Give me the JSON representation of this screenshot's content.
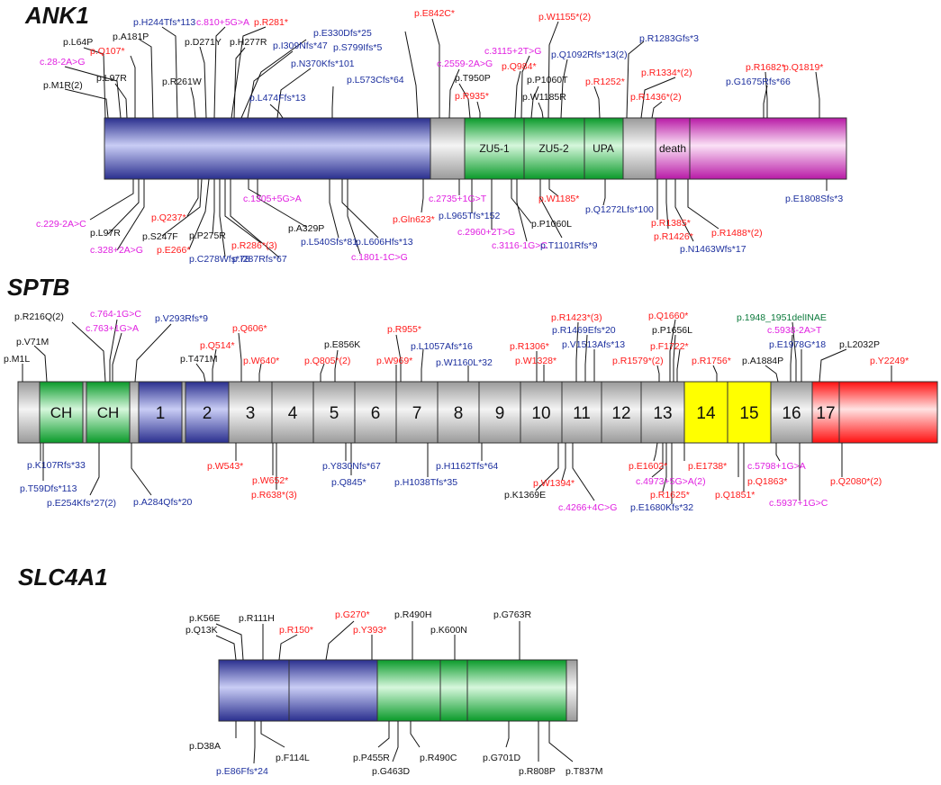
{
  "genes": [
    {
      "name": "ANK1",
      "domains": [
        {
          "key": "ank-repeat",
          "label": "",
          "style": "blue"
        },
        {
          "key": "spacer1",
          "label": "",
          "style": "gray"
        },
        {
          "key": "zu5-1",
          "label": "ZU5-1",
          "style": "green"
        },
        {
          "key": "zu5-2",
          "label": "ZU5-2",
          "style": "green"
        },
        {
          "key": "upa",
          "label": "UPA",
          "style": "green"
        },
        {
          "key": "spacer2",
          "label": "",
          "style": "gray"
        },
        {
          "key": "death",
          "label": "death",
          "style": "magenta"
        },
        {
          "key": "c-term",
          "label": "",
          "style": "magenta"
        }
      ],
      "mutations": [
        {
          "text": "p.L64P",
          "type": "missense"
        },
        {
          "text": "p.A181P",
          "type": "missense"
        },
        {
          "text": "p.H244Tfs*113",
          "type": "frameshift"
        },
        {
          "text": "c.810+5G>A",
          "type": "splice"
        },
        {
          "text": "p.R281*",
          "type": "nonsense"
        },
        {
          "text": "p.D271Y",
          "type": "missense"
        },
        {
          "text": "p.H277R",
          "type": "missense"
        },
        {
          "text": "p.E330Dfs*25",
          "type": "frameshift"
        },
        {
          "text": "p.I309Nfs*47",
          "type": "frameshift"
        },
        {
          "text": "p.S799Ifs*5",
          "type": "frameshift"
        },
        {
          "text": "p.Q107*",
          "type": "nonsense"
        },
        {
          "text": "p.R261W",
          "type": "missense"
        },
        {
          "text": "c.28-2A>G",
          "type": "splice"
        },
        {
          "text": "p.N370Kfs*101",
          "type": "frameshift"
        },
        {
          "text": "p.L573Cfs*64",
          "type": "frameshift"
        },
        {
          "text": "p.L474Ffs*13",
          "type": "frameshift"
        },
        {
          "text": "p.L97R",
          "type": "missense"
        },
        {
          "text": "p.M1R(2)",
          "type": "missense"
        },
        {
          "text": "p.E842C*",
          "type": "nonsense"
        },
        {
          "text": "c.2559-2A>G",
          "type": "splice"
        },
        {
          "text": "p.T950P",
          "type": "missense"
        },
        {
          "text": "p.R935*",
          "type": "nonsense"
        },
        {
          "text": "c.3115+2T>G",
          "type": "splice"
        },
        {
          "text": "p.Q984*",
          "type": "nonsense"
        },
        {
          "text": "p.W1155*(2)",
          "type": "nonsense"
        },
        {
          "text": "p.Q1092Rfs*13(2)",
          "type": "frameshift"
        },
        {
          "text": "p.P1060T",
          "type": "missense"
        },
        {
          "text": "p.W1185R",
          "type": "missense"
        },
        {
          "text": "p.R1283Gfs*3",
          "type": "frameshift"
        },
        {
          "text": "p.R1252*",
          "type": "nonsense"
        },
        {
          "text": "p.R1334*(2)",
          "type": "nonsense"
        },
        {
          "text": "p.R1436*(2)",
          "type": "nonsense"
        },
        {
          "text": "p.R1682*",
          "type": "nonsense"
        },
        {
          "text": "p.Q1819*",
          "type": "nonsense"
        },
        {
          "text": "p.G1675Rfs*66",
          "type": "frameshift"
        },
        {
          "text": "c.229-2A>C",
          "type": "splice"
        },
        {
          "text": "p.L97R",
          "type": "missense"
        },
        {
          "text": "c.328+2A>G",
          "type": "splice"
        },
        {
          "text": "p.Q237*",
          "type": "nonsense"
        },
        {
          "text": "p.S247F",
          "type": "missense"
        },
        {
          "text": "p.E266*",
          "type": "nonsense"
        },
        {
          "text": "p.P275R",
          "type": "missense"
        },
        {
          "text": "p.C278Wfs*78",
          "type": "frameshift"
        },
        {
          "text": "p.R286*(3)",
          "type": "nonsense"
        },
        {
          "text": "p.I287Rfs*67",
          "type": "frameshift"
        },
        {
          "text": "c.1305+5G>A",
          "type": "splice"
        },
        {
          "text": "p.A329P",
          "type": "missense"
        },
        {
          "text": "p.L540Sfs*81",
          "type": "frameshift"
        },
        {
          "text": "p.L606Hfs*13",
          "type": "frameshift"
        },
        {
          "text": "c.1801-1C>G",
          "type": "splice"
        },
        {
          "text": "p.Gln623*",
          "type": "nonsense"
        },
        {
          "text": "c.2735+1G>T",
          "type": "splice"
        },
        {
          "text": "p.L965Tfs*152",
          "type": "frameshift"
        },
        {
          "text": "c.2960+2T>G",
          "type": "splice"
        },
        {
          "text": "p.P1060L",
          "type": "missense"
        },
        {
          "text": "c.3116-1G>C",
          "type": "splice"
        },
        {
          "text": "p.T1101Rfs*9",
          "type": "frameshift"
        },
        {
          "text": "p.W1185*",
          "type": "nonsense"
        },
        {
          "text": "p.Q1272Lfs*100",
          "type": "frameshift"
        },
        {
          "text": "p.R1385*",
          "type": "nonsense"
        },
        {
          "text": "p.R1426*",
          "type": "nonsense"
        },
        {
          "text": "p.N1463Wfs*17",
          "type": "frameshift"
        },
        {
          "text": "p.R1488*(2)",
          "type": "nonsense"
        },
        {
          "text": "p.E1808Sfs*3",
          "type": "frameshift"
        }
      ]
    },
    {
      "name": "SPTB",
      "domains": [
        {
          "key": "start",
          "label": "",
          "style": "gray"
        },
        {
          "key": "ch1",
          "label": "CH",
          "style": "green"
        },
        {
          "key": "ch2",
          "label": "CH",
          "style": "green"
        },
        {
          "key": "r1",
          "label": "1",
          "style": "blue"
        },
        {
          "key": "r2",
          "label": "2",
          "style": "blue"
        },
        {
          "key": "r3",
          "label": "3",
          "style": "gray"
        },
        {
          "key": "r4",
          "label": "4",
          "style": "gray"
        },
        {
          "key": "r5",
          "label": "5",
          "style": "gray"
        },
        {
          "key": "r6",
          "label": "6",
          "style": "gray"
        },
        {
          "key": "r7",
          "label": "7",
          "style": "gray"
        },
        {
          "key": "r8",
          "label": "8",
          "style": "gray"
        },
        {
          "key": "r9",
          "label": "9",
          "style": "gray"
        },
        {
          "key": "r10",
          "label": "10",
          "style": "gray"
        },
        {
          "key": "r11",
          "label": "11",
          "style": "gray"
        },
        {
          "key": "r12",
          "label": "12",
          "style": "gray"
        },
        {
          "key": "r13",
          "label": "13",
          "style": "gray"
        },
        {
          "key": "r14",
          "label": "14",
          "style": "yellow"
        },
        {
          "key": "r15",
          "label": "15",
          "style": "yellow"
        },
        {
          "key": "r16",
          "label": "16",
          "style": "gray"
        },
        {
          "key": "r17",
          "label": "17",
          "style": "red"
        },
        {
          "key": "c-term",
          "label": "",
          "style": "red"
        }
      ],
      "mutations": [
        {
          "text": "p.R216Q(2)",
          "type": "missense"
        },
        {
          "text": "c.764-1G>C",
          "type": "splice"
        },
        {
          "text": "c.763+1G>A",
          "type": "splice"
        },
        {
          "text": "p.V293Rfs*9",
          "type": "frameshift"
        },
        {
          "text": "p.V71M",
          "type": "missense"
        },
        {
          "text": "p.M1L",
          "type": "missense"
        },
        {
          "text": "p.Q606*",
          "type": "nonsense"
        },
        {
          "text": "p.Q514*",
          "type": "nonsense"
        },
        {
          "text": "p.T471M",
          "type": "missense"
        },
        {
          "text": "p.W640*",
          "type": "nonsense"
        },
        {
          "text": "p.E856K",
          "type": "missense"
        },
        {
          "text": "p.Q805*(2)",
          "type": "nonsense"
        },
        {
          "text": "p.R955*",
          "type": "nonsense"
        },
        {
          "text": "p.W969*",
          "type": "nonsense"
        },
        {
          "text": "p.L1057Afs*16",
          "type": "frameshift"
        },
        {
          "text": "p.W1160L*32",
          "type": "frameshift"
        },
        {
          "text": "p.R1306*",
          "type": "nonsense"
        },
        {
          "text": "p.W1328*",
          "type": "nonsense"
        },
        {
          "text": "p.R1423*(3)",
          "type": "nonsense"
        },
        {
          "text": "p.R1469Efs*20",
          "type": "frameshift"
        },
        {
          "text": "p.V1513Afs*13",
          "type": "frameshift"
        },
        {
          "text": "p.Q1660*",
          "type": "nonsense"
        },
        {
          "text": "p.P1656L",
          "type": "missense"
        },
        {
          "text": "p.F1722*",
          "type": "nonsense"
        },
        {
          "text": "p.R1579*(2)",
          "type": "nonsense"
        },
        {
          "text": "p.R1756*",
          "type": "nonsense"
        },
        {
          "text": "p.A1884P",
          "type": "missense"
        },
        {
          "text": "p.1948_1951delINAE",
          "type": "inframe"
        },
        {
          "text": "c.5938-2A>T",
          "type": "splice"
        },
        {
          "text": "p.E1978G*18",
          "type": "frameshift"
        },
        {
          "text": "p.L2032P",
          "type": "missense"
        },
        {
          "text": "p.Y2249*",
          "type": "nonsense"
        },
        {
          "text": "p.K107Rfs*33",
          "type": "frameshift"
        },
        {
          "text": "p.T59Dfs*113",
          "type": "frameshift"
        },
        {
          "text": "p.E254Kfs*27(2)",
          "type": "frameshift"
        },
        {
          "text": "p.A284Qfs*20",
          "type": "frameshift"
        },
        {
          "text": "p.W543*",
          "type": "nonsense"
        },
        {
          "text": "p.W652*",
          "type": "nonsense"
        },
        {
          "text": "p.R638*(3)",
          "type": "nonsense"
        },
        {
          "text": "p.Y830Nfs*67",
          "type": "frameshift"
        },
        {
          "text": "p.Q845*",
          "type": "frameshift"
        },
        {
          "text": "p.H1038Tfs*35",
          "type": "frameshift"
        },
        {
          "text": "p.H1162Tfs*64",
          "type": "frameshift"
        },
        {
          "text": "p.K1369E",
          "type": "missense"
        },
        {
          "text": "p.W1394*",
          "type": "nonsense"
        },
        {
          "text": "c.4266+4C>G",
          "type": "splice"
        },
        {
          "text": "p.E1602*",
          "type": "nonsense"
        },
        {
          "text": "p.E1738*",
          "type": "nonsense"
        },
        {
          "text": "c.4973+5G>A(2)",
          "type": "splice"
        },
        {
          "text": "p.R1625*",
          "type": "nonsense"
        },
        {
          "text": "p.E1680Kfs*32",
          "type": "frameshift"
        },
        {
          "text": "c.5798+1G>A",
          "type": "splice"
        },
        {
          "text": "p.Q1863*",
          "type": "nonsense"
        },
        {
          "text": "p.Q1851*",
          "type": "nonsense"
        },
        {
          "text": "c.5937+1G>C",
          "type": "splice"
        },
        {
          "text": "p.Q2080*(2)",
          "type": "nonsense"
        }
      ]
    },
    {
      "name": "SLC4A1",
      "domains": [
        {
          "key": "blue1",
          "label": "",
          "style": "blue"
        },
        {
          "key": "blue2",
          "label": "",
          "style": "blue"
        },
        {
          "key": "green1",
          "label": "",
          "style": "green"
        },
        {
          "key": "green2",
          "label": "",
          "style": "green"
        },
        {
          "key": "green3",
          "label": "",
          "style": "green"
        },
        {
          "key": "tail",
          "label": "",
          "style": "gray"
        }
      ],
      "mutations": [
        {
          "text": "p.K56E",
          "type": "missense"
        },
        {
          "text": "p.Q13K",
          "type": "missense"
        },
        {
          "text": "p.R111H",
          "type": "missense"
        },
        {
          "text": "p.R150*",
          "type": "nonsense"
        },
        {
          "text": "p.G270*",
          "type": "nonsense"
        },
        {
          "text": "p.Y393*",
          "type": "nonsense"
        },
        {
          "text": "p.R490H",
          "type": "missense"
        },
        {
          "text": "p.K600N",
          "type": "missense"
        },
        {
          "text": "p.G763R",
          "type": "missense"
        },
        {
          "text": "p.D38A",
          "type": "missense"
        },
        {
          "text": "p.E86Ffs*24",
          "type": "frameshift"
        },
        {
          "text": "p.F114L",
          "type": "missense"
        },
        {
          "text": "p.P455R",
          "type": "missense"
        },
        {
          "text": "p.G463D",
          "type": "missense"
        },
        {
          "text": "p.R490C",
          "type": "missense"
        },
        {
          "text": "p.G701D",
          "type": "missense"
        },
        {
          "text": "p.R808P",
          "type": "missense"
        },
        {
          "text": "p.T837M",
          "type": "missense"
        }
      ]
    }
  ],
  "colors": {
    "missense": "#111111",
    "nonsense": "#ff1a1a",
    "frameshift": "#1c2f9e",
    "splice": "#e020e0",
    "inframe": "#0c7a3c"
  }
}
